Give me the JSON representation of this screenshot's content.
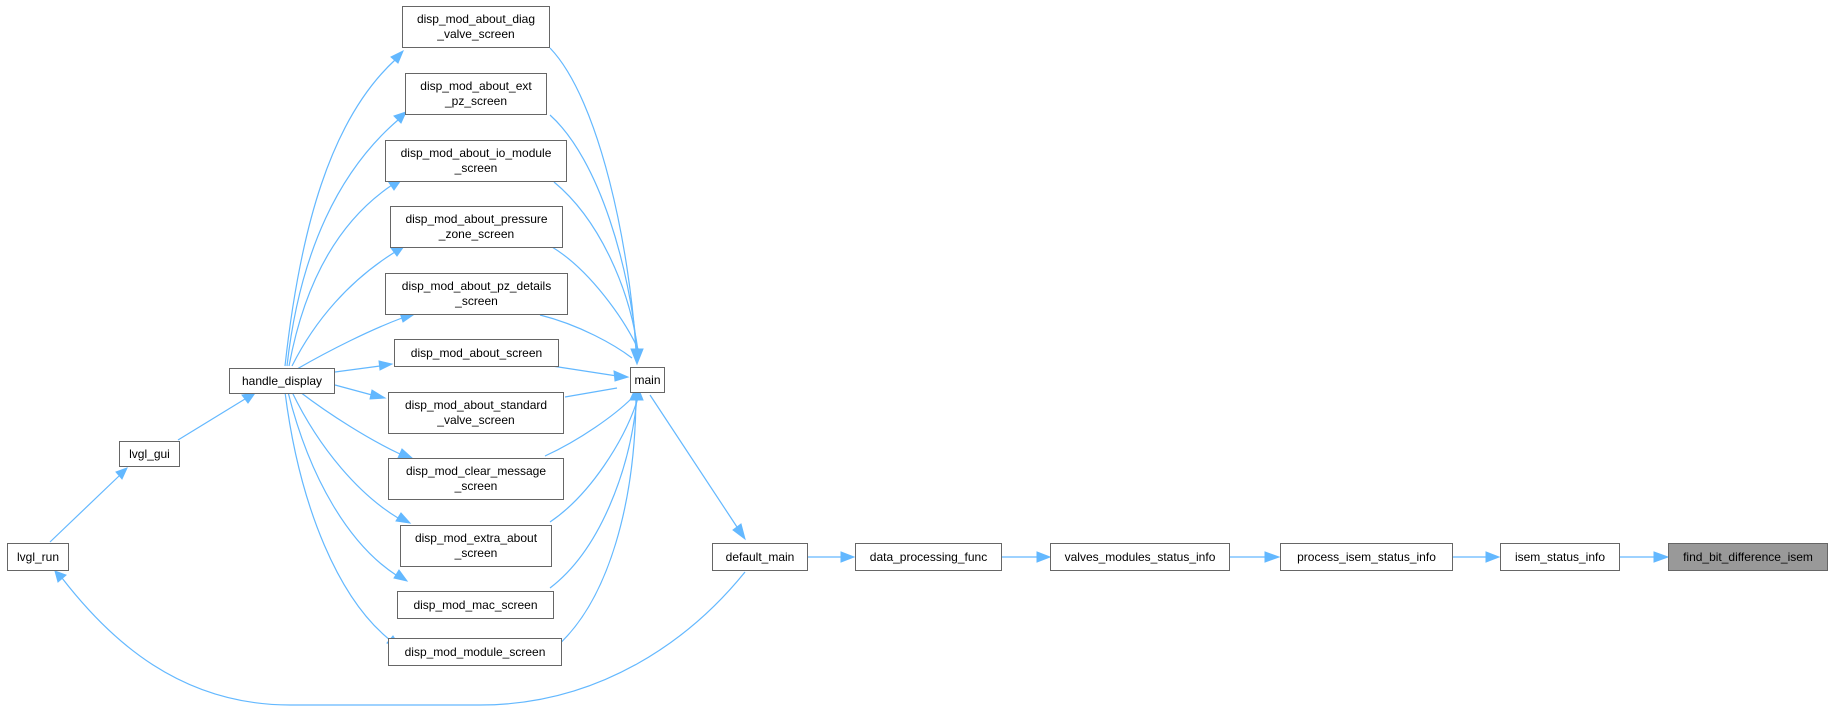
{
  "graph": {
    "edge_color": "#63b8ff",
    "highlight_fill": "#999999",
    "nodes": {
      "find_bit_difference_isem": "find_bit_difference_isem",
      "isem_status_info": "isem_status_info",
      "process_isem_status_info": "process_isem_status_info",
      "valves_modules_status_info": "valves_modules_status_info",
      "data_processing_func": "data_processing_func",
      "default_main": "default_main",
      "main": "main",
      "handle_display": "handle_display",
      "lvgl_gui": "lvgl_gui",
      "lvgl_run": "lvgl_run",
      "disp_mod_about_diag_valve_screen": "disp_mod_about_diag\n_valve_screen",
      "disp_mod_about_ext_pz_screen": "disp_mod_about_ext\n_pz_screen",
      "disp_mod_about_io_module_screen": "disp_mod_about_io_module\n_screen",
      "disp_mod_about_pressure_zone_screen": "disp_mod_about_pressure\n_zone_screen",
      "disp_mod_about_pz_details_screen": "disp_mod_about_pz_details\n_screen",
      "disp_mod_about_screen": "disp_mod_about_screen",
      "disp_mod_about_standard_valve_screen": "disp_mod_about_standard\n_valve_screen",
      "disp_mod_clear_message_screen": "disp_mod_clear_message\n_screen",
      "disp_mod_extra_about_screen": "disp_mod_extra_about\n_screen",
      "disp_mod_mac_screen": "disp_mod_mac_screen",
      "disp_mod_module_screen": "disp_mod_module_screen"
    },
    "edges": [
      [
        "isem_status_info",
        "find_bit_difference_isem"
      ],
      [
        "process_isem_status_info",
        "isem_status_info"
      ],
      [
        "valves_modules_status_info",
        "process_isem_status_info"
      ],
      [
        "data_processing_func",
        "valves_modules_status_info"
      ],
      [
        "default_main",
        "data_processing_func"
      ],
      [
        "main",
        "default_main"
      ],
      [
        "default_main",
        "lvgl_run"
      ],
      [
        "lvgl_run",
        "lvgl_gui"
      ],
      [
        "lvgl_gui",
        "handle_display"
      ],
      [
        "handle_display",
        "disp_mod_about_diag_valve_screen"
      ],
      [
        "handle_display",
        "disp_mod_about_ext_pz_screen"
      ],
      [
        "handle_display",
        "disp_mod_about_io_module_screen"
      ],
      [
        "handle_display",
        "disp_mod_about_pressure_zone_screen"
      ],
      [
        "handle_display",
        "disp_mod_about_pz_details_screen"
      ],
      [
        "handle_display",
        "disp_mod_about_screen"
      ],
      [
        "handle_display",
        "disp_mod_about_standard_valve_screen"
      ],
      [
        "handle_display",
        "disp_mod_clear_message_screen"
      ],
      [
        "handle_display",
        "disp_mod_extra_about_screen"
      ],
      [
        "handle_display",
        "disp_mod_mac_screen"
      ],
      [
        "handle_display",
        "disp_mod_module_screen"
      ],
      [
        "disp_mod_about_diag_valve_screen",
        "main"
      ],
      [
        "disp_mod_about_ext_pz_screen",
        "main"
      ],
      [
        "disp_mod_about_io_module_screen",
        "main"
      ],
      [
        "disp_mod_about_pressure_zone_screen",
        "main"
      ],
      [
        "disp_mod_about_pz_details_screen",
        "main"
      ],
      [
        "disp_mod_about_screen",
        "main"
      ],
      [
        "disp_mod_about_standard_valve_screen",
        "main"
      ],
      [
        "disp_mod_clear_message_screen",
        "main"
      ],
      [
        "disp_mod_extra_about_screen",
        "main"
      ],
      [
        "disp_mod_mac_screen",
        "main"
      ],
      [
        "disp_mod_module_screen",
        "main"
      ]
    ]
  }
}
